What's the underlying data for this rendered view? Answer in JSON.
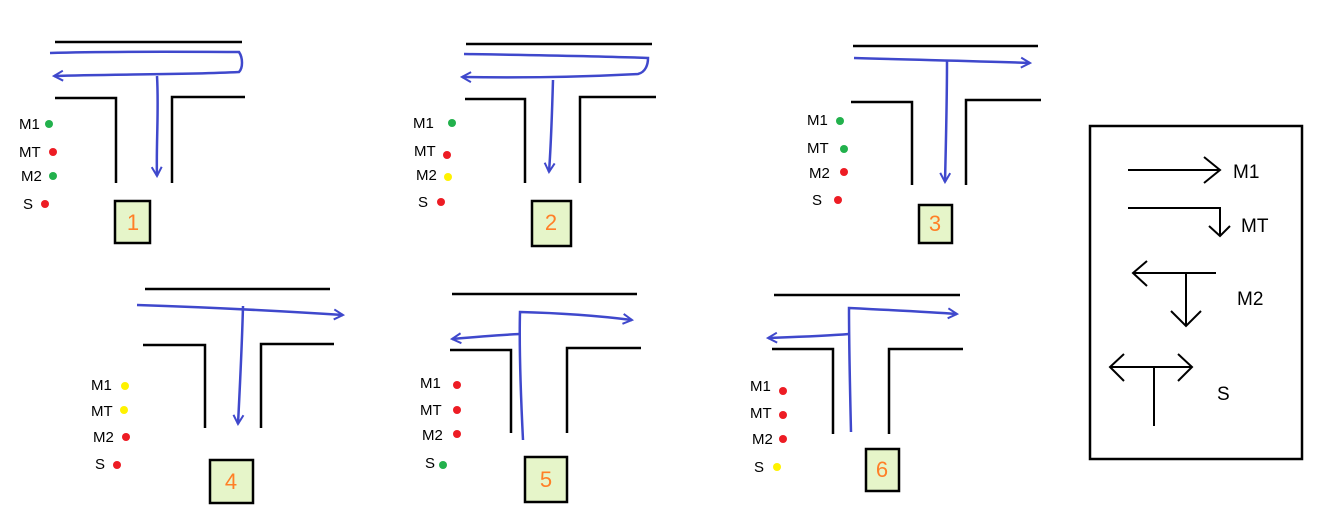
{
  "colors": {
    "road": "#000000",
    "flow": "#3f48cc",
    "green": "#22b14c",
    "red": "#ed1c24",
    "yellow": "#fff200",
    "box_fill": "#e6f5c9",
    "number": "#ff7f27"
  },
  "signal_labels": [
    "M1",
    "MT",
    "M2",
    "S"
  ],
  "scenarios": [
    {
      "number": "1",
      "signals": [
        "green",
        "red",
        "green",
        "red"
      ]
    },
    {
      "number": "2",
      "signals": [
        "green",
        "red",
        "yellow",
        "red"
      ]
    },
    {
      "number": "3",
      "signals": [
        "green",
        "green",
        "red",
        "red"
      ]
    },
    {
      "number": "4",
      "signals": [
        "yellow",
        "yellow",
        "red",
        "red"
      ]
    },
    {
      "number": "5",
      "signals": [
        "red",
        "red",
        "red",
        "green"
      ]
    },
    {
      "number": "6",
      "signals": [
        "red",
        "red",
        "red",
        "yellow"
      ]
    }
  ],
  "legend": [
    "M1",
    "MT",
    "M2",
    "S"
  ]
}
